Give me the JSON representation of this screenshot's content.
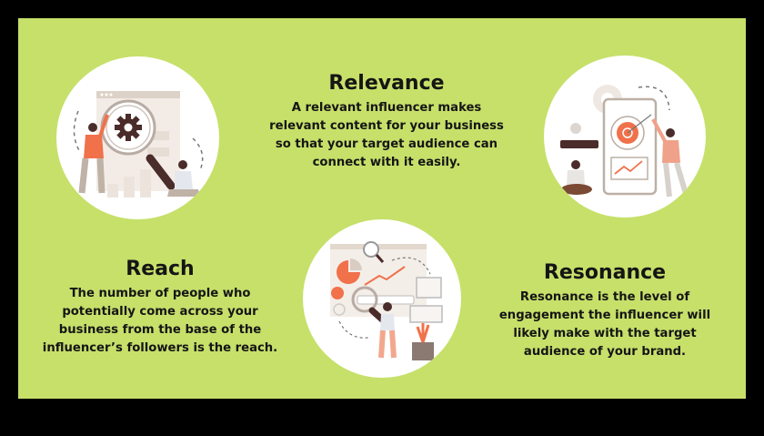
{
  "colors": {
    "background": "#c6e06a",
    "frame": "#000000",
    "circle": "#ffffff",
    "text": "#151515",
    "accent_orange": "#f0714a",
    "dark_brown": "#4a2c2a"
  },
  "sections": {
    "relevance": {
      "title": "Relevance",
      "lines": [
        "A relevant influencer makes",
        "relevant content for your business",
        "so that your target audience can",
        "connect with it easily."
      ],
      "illustration": "target-phone-illustration"
    },
    "reach": {
      "title": "Reach",
      "lines": [
        "The number of people who",
        "potentially come across your",
        "business from the base of the",
        "influencer’s followers is the reach."
      ],
      "illustration": "analytics-search-illustration"
    },
    "resonance": {
      "title": "Resonance",
      "lines": [
        "Resonance is the level of",
        "engagement the influencer will",
        "likely make with the target",
        "audience of your brand."
      ],
      "illustration": "target-phone-illustration"
    }
  },
  "illustrations": {
    "left": "gear-magnifier-illustration",
    "right": "target-phone-illustration",
    "center": "analytics-search-illustration"
  }
}
